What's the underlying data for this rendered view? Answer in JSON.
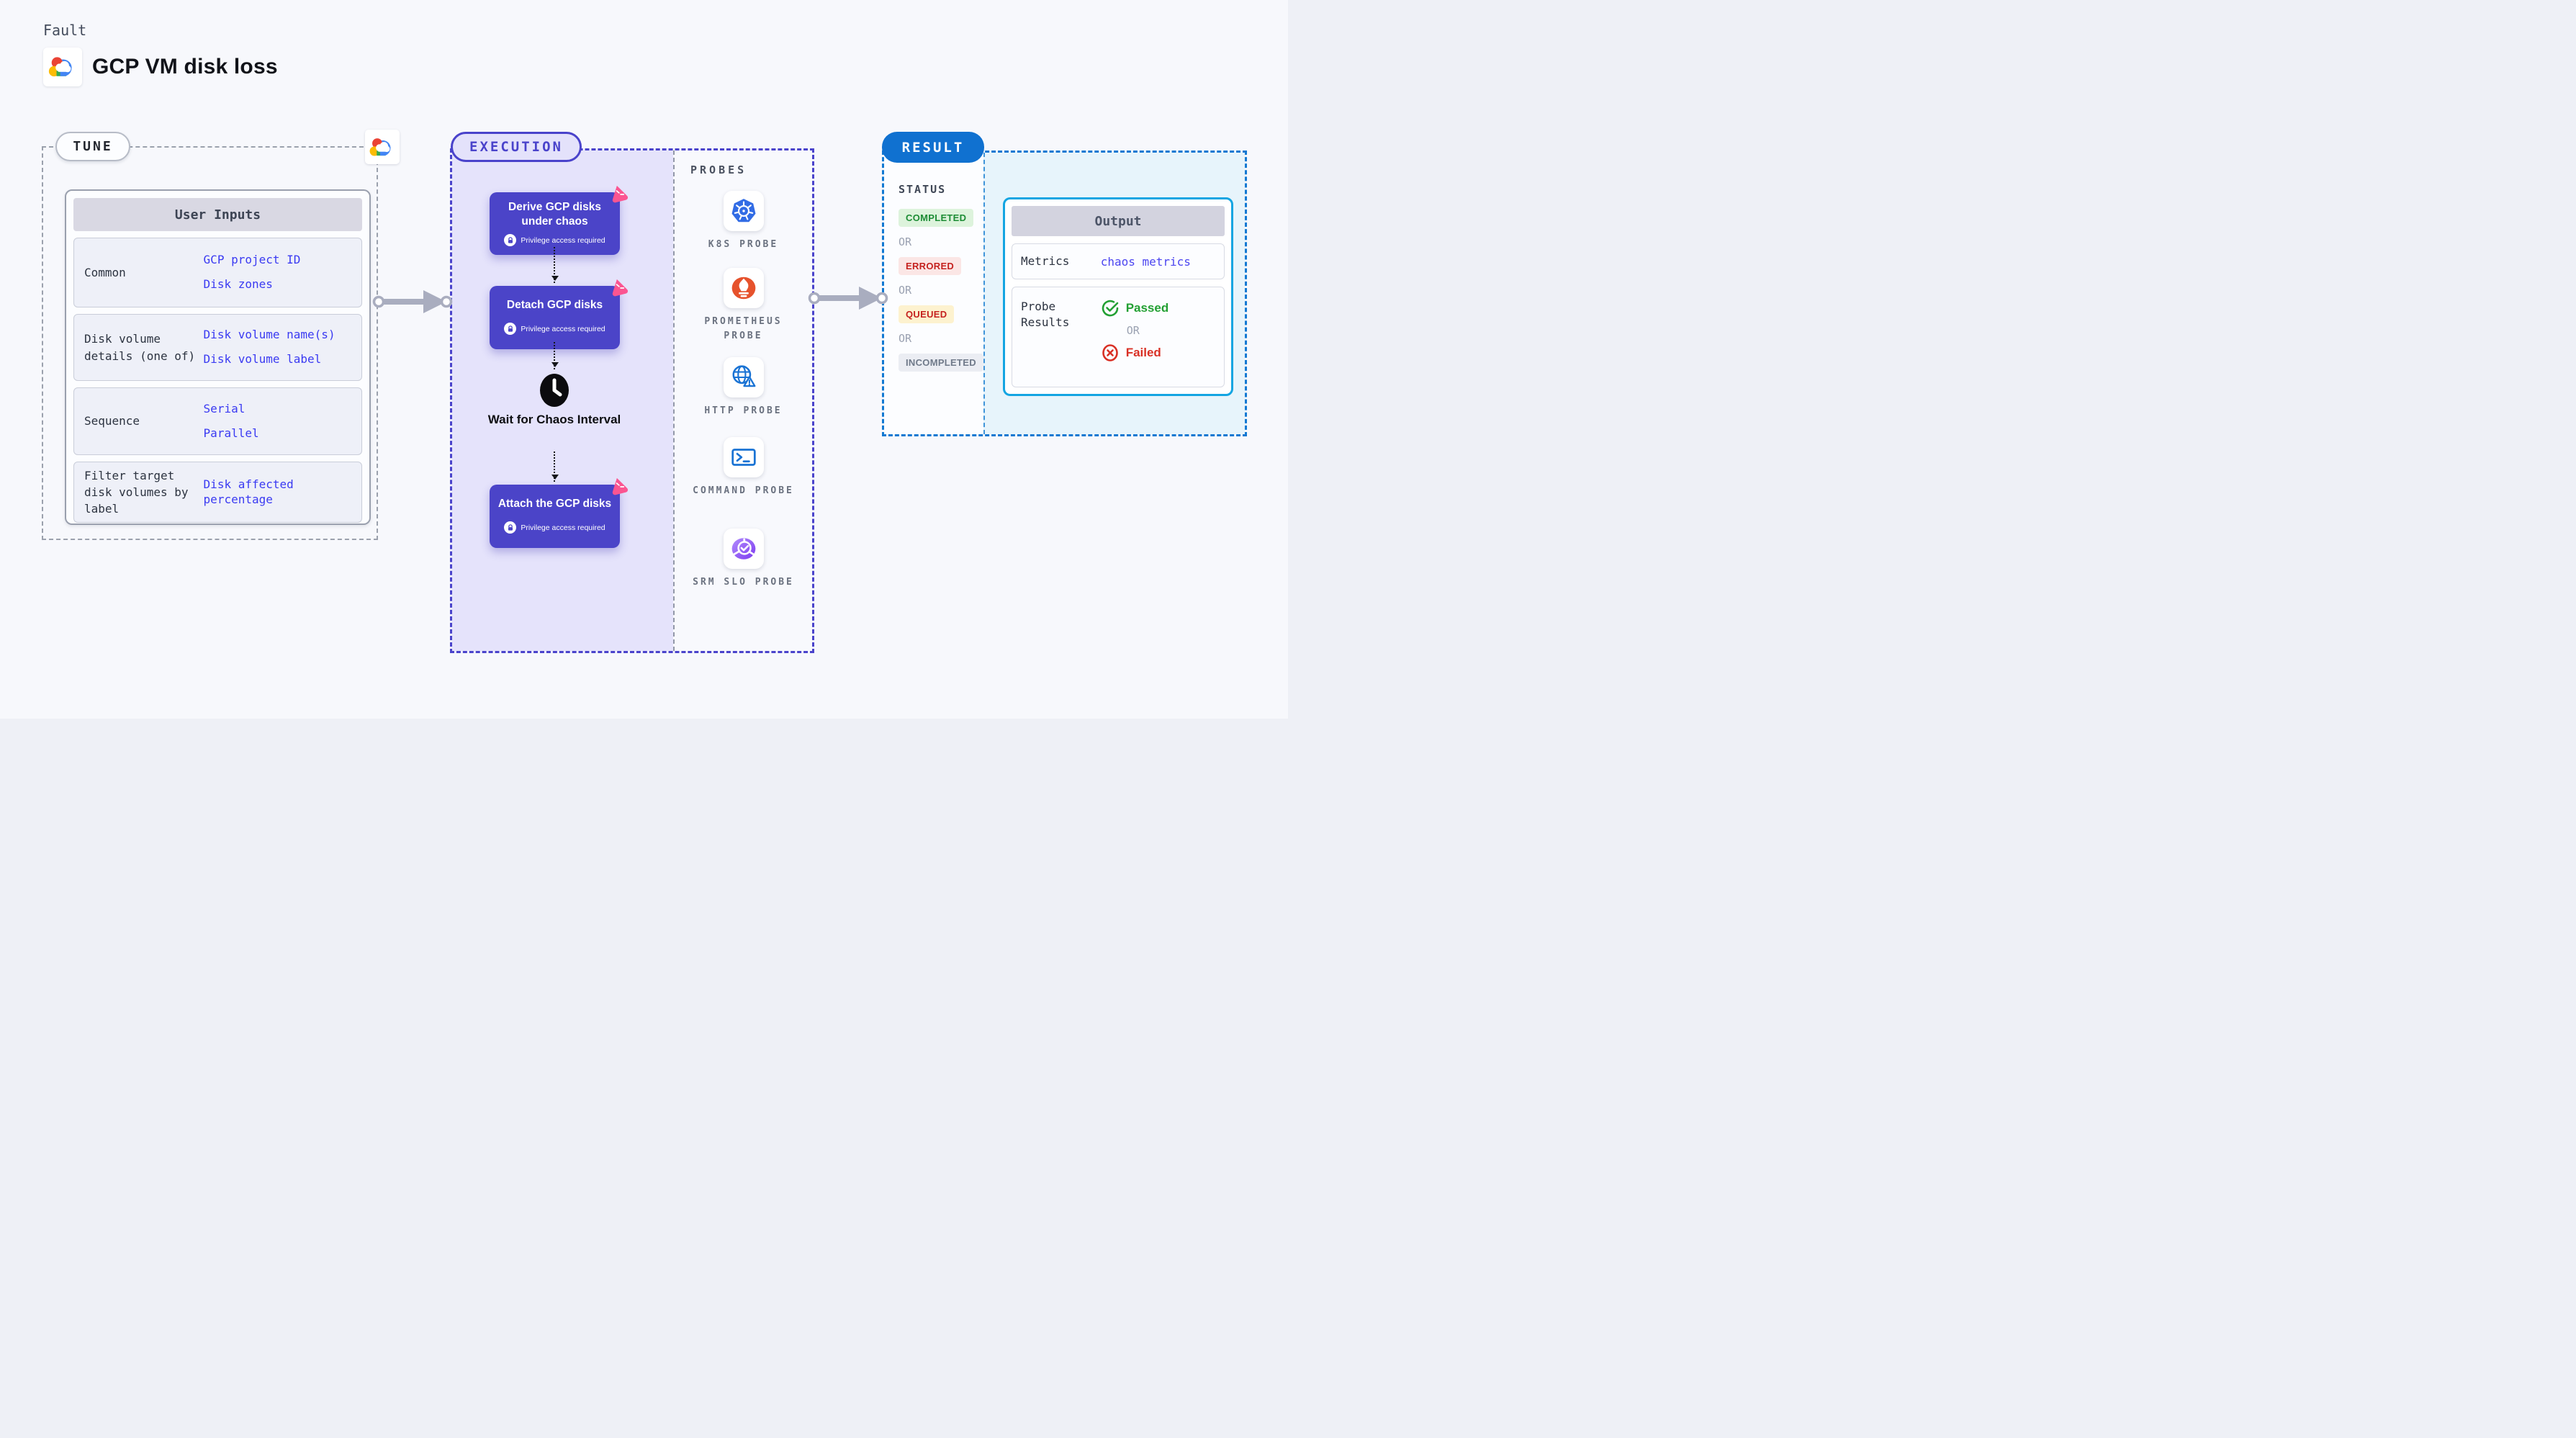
{
  "header": {
    "eyebrow": "Fault",
    "title": "GCP VM disk loss",
    "logo": "gcp-cloud-logo"
  },
  "tune": {
    "badge": "TUNE",
    "table": {
      "header": "User Inputs",
      "rows": [
        {
          "label": "Common",
          "values": [
            "GCP project ID",
            "Disk zones"
          ]
        },
        {
          "label": "Disk volume details (one of)",
          "values": [
            "Disk volume name(s)",
            "Disk volume label"
          ]
        },
        {
          "label": "Sequence",
          "values": [
            "Serial",
            "Parallel"
          ]
        },
        {
          "label": "Filter target disk volumes by label",
          "values": [
            "Disk affected percentage"
          ]
        }
      ]
    }
  },
  "execution": {
    "badge": "EXECUTION",
    "steps": [
      {
        "type": "node",
        "title": "Derive GCP disks under chaos",
        "note": "Privilege access required"
      },
      {
        "type": "node",
        "title": "Detach GCP disks",
        "note": "Privilege access required"
      },
      {
        "type": "wait",
        "title": "Wait for Chaos Interval",
        "icon": "clock-icon"
      },
      {
        "type": "node",
        "title": "Attach the GCP disks",
        "note": "Privilege access required"
      }
    ]
  },
  "probes": {
    "label": "PROBES",
    "items": [
      {
        "name": "K8S PROBE",
        "icon": "kubernetes-icon"
      },
      {
        "name": "PROMETHEUS PROBE",
        "icon": "prometheus-icon"
      },
      {
        "name": "HTTP PROBE",
        "icon": "http-globe-icon"
      },
      {
        "name": "COMMAND PROBE",
        "icon": "terminal-icon"
      },
      {
        "name": "SRM SLO PROBE",
        "icon": "slo-gauge-icon"
      }
    ]
  },
  "result": {
    "badge": "RESULT",
    "status_label": "STATUS",
    "or": "OR",
    "statuses": [
      {
        "label": "COMPLETED",
        "kind": "completed"
      },
      {
        "label": "ERRORED",
        "kind": "errored"
      },
      {
        "label": "QUEUED",
        "kind": "queued"
      },
      {
        "label": "INCOMPLETED",
        "kind": "incompleted"
      }
    ],
    "output": {
      "header": "Output",
      "metrics_label": "Metrics",
      "metrics_value": "chaos metrics",
      "probe_results_label": "Probe Results",
      "passed_label": "Passed",
      "or": "OR",
      "failed_label": "Failed"
    }
  },
  "colors": {
    "accent_indigo": "#4a43cb",
    "node_indigo": "#4b44c8",
    "execution_bg": "#e5e3fb",
    "chaos_pink": "#fb5591",
    "result_blue": "#1071d0",
    "output_cyan_border": "#14a5e2",
    "result_bg_cyan": "#e7f4fb",
    "link_blue": "#3a3af2",
    "completed_green": "#1d8c35",
    "errored_red": "#c5221f",
    "passed_green": "#23a033",
    "failed_red": "#d93025",
    "kubernetes_blue": "#326ce5",
    "prometheus_orange": "#e6522c",
    "http_blue": "#1a73d4",
    "srm_purple": "#7d3bf0"
  }
}
